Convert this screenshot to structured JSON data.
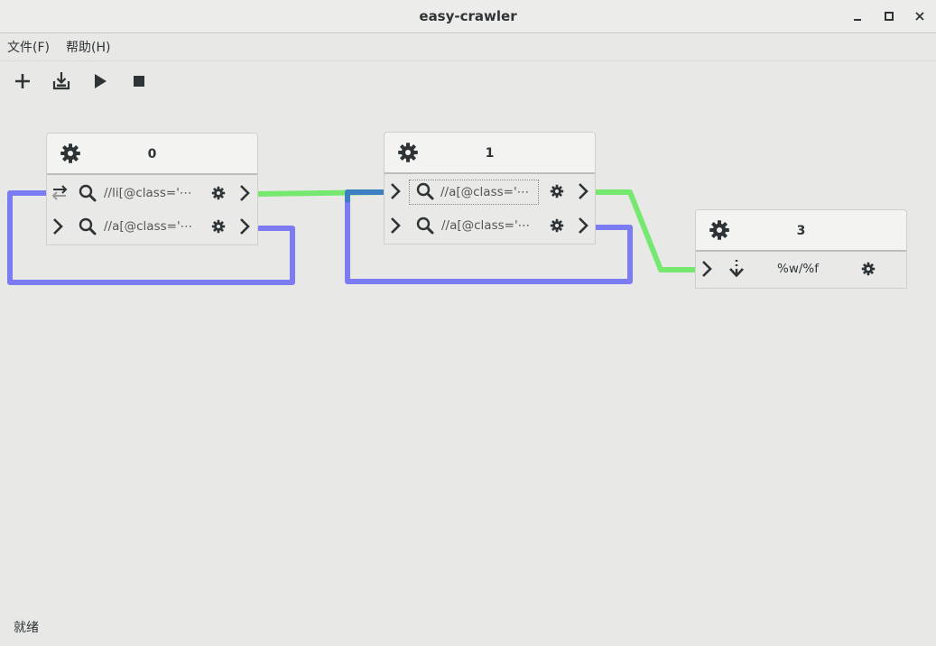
{
  "window": {
    "title": "easy-crawler"
  },
  "menu": {
    "file": "文件(F)",
    "help": "帮助(H)"
  },
  "nodes": {
    "n0": {
      "id": "0",
      "rows": [
        {
          "xpath": "//li[@class='⋯"
        },
        {
          "xpath": "//a[@class='⋯"
        }
      ]
    },
    "n1": {
      "id": "1",
      "rows": [
        {
          "xpath": "//a[@class='⋯"
        },
        {
          "xpath": "//a[@class='⋯"
        }
      ]
    },
    "n3": {
      "id": "3",
      "rows": [
        {
          "pattern": "%w/%f"
        }
      ]
    }
  },
  "status": {
    "text": "就绪"
  },
  "colors": {
    "green": "#77e86f",
    "purple": "#7b7bf2",
    "blue": "#3d7fc1"
  }
}
